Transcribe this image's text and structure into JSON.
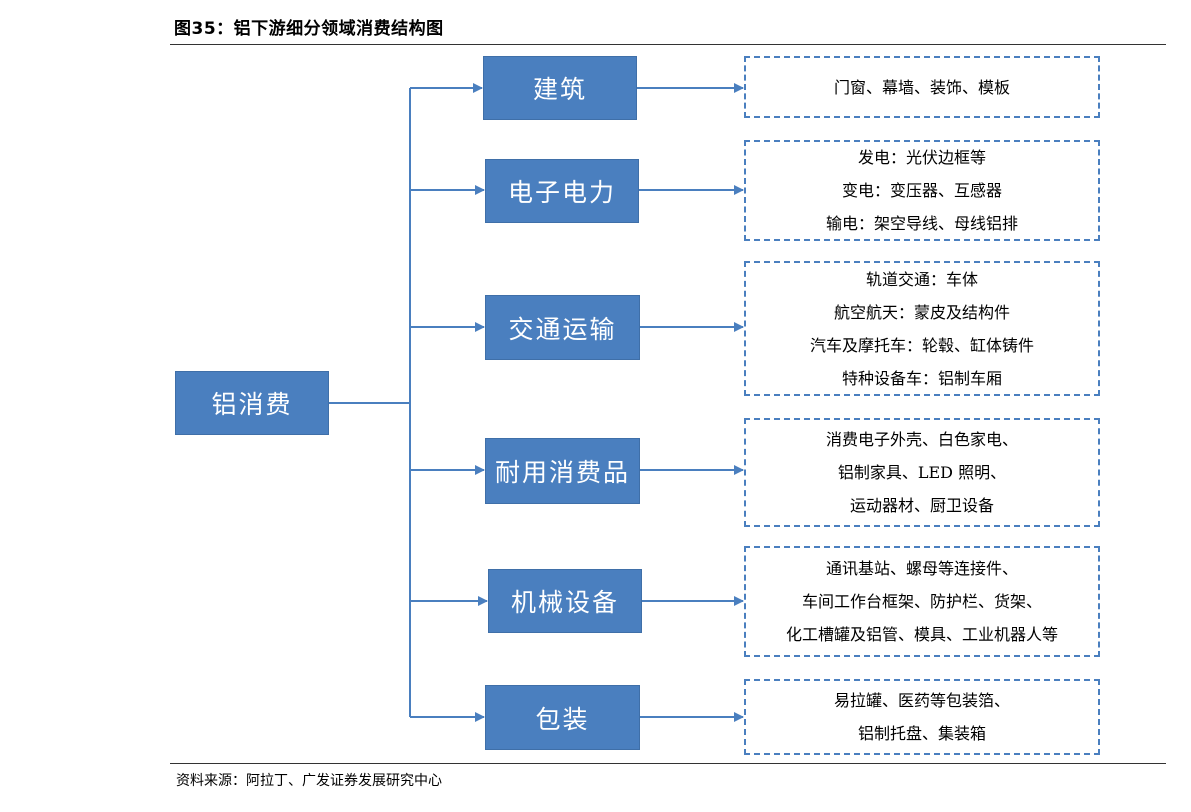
{
  "figure": {
    "title": "图35：铝下游细分领域消费结构图",
    "source": "资料来源：阿拉丁、广发证券发展研究中心"
  },
  "root": {
    "label": "铝消费"
  },
  "categories": [
    {
      "label": "建筑",
      "details": [
        "门窗、幕墙、装饰、模板"
      ]
    },
    {
      "label": "电子电力",
      "details": [
        "发电：光伏边框等",
        "变电：变压器、互感器",
        "输电：架空导线、母线铝排"
      ]
    },
    {
      "label": "交通运输",
      "details": [
        "轨道交通：车体",
        "航空航天：蒙皮及结构件",
        "汽车及摩托车：轮毂、缸体铸件",
        "特种设备车：铝制车厢"
      ]
    },
    {
      "label": "耐用消费品",
      "details": [
        "消费电子外壳、白色家电、",
        "铝制家具、LED 照明、",
        "运动器材、厨卫设备"
      ]
    },
    {
      "label": "机械设备",
      "details": [
        "通讯基站、螺母等连接件、",
        "车间工作台框架、防护栏、货架、",
        "化工槽罐及铝管、模具、工业机器人等"
      ]
    },
    {
      "label": "包装",
      "details": [
        "易拉罐、医药等包装箔、",
        "铝制托盘、集装箱"
      ]
    }
  ],
  "colors": {
    "box_fill": "#4a7fbf",
    "box_text": "#ffffff",
    "line": "#4a7fbf"
  }
}
